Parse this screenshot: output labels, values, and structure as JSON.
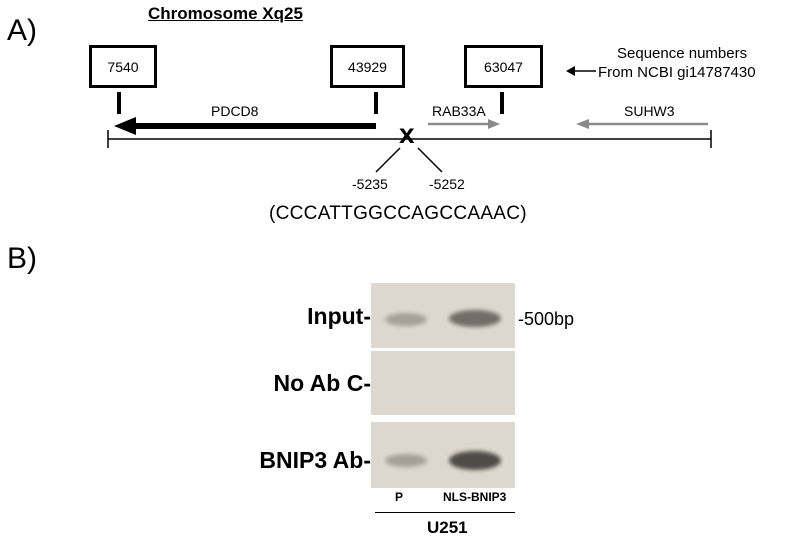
{
  "panelA": {
    "label": "A)",
    "title": "Chromosome Xq25",
    "boxes": [
      "7540",
      "43929",
      "63047"
    ],
    "note_line1": "Sequence numbers",
    "note_line2": "From NCBI gi14787430",
    "genes": {
      "pdcd8": "PDCD8",
      "rab33a": "RAB33A",
      "suhw3": "SUHW3"
    },
    "site_marker": "x",
    "positions": [
      "-5235",
      "-5252"
    ],
    "sequence": "(CCCATTGGCCAGCCAAAC)"
  },
  "panelB": {
    "label": "B)",
    "rows": [
      "Input-",
      "No Ab C-",
      "BNIP3 Ab-"
    ],
    "marker": "-500bp",
    "lanes": [
      "P",
      "NLS-BNIP3"
    ],
    "cell_line": "U251"
  },
  "colors": {
    "arrow_dark": "#000000",
    "arrow_gray": "#8a8a8a",
    "gel_bg": "#ddd8cf",
    "band": "#6b6b62"
  }
}
